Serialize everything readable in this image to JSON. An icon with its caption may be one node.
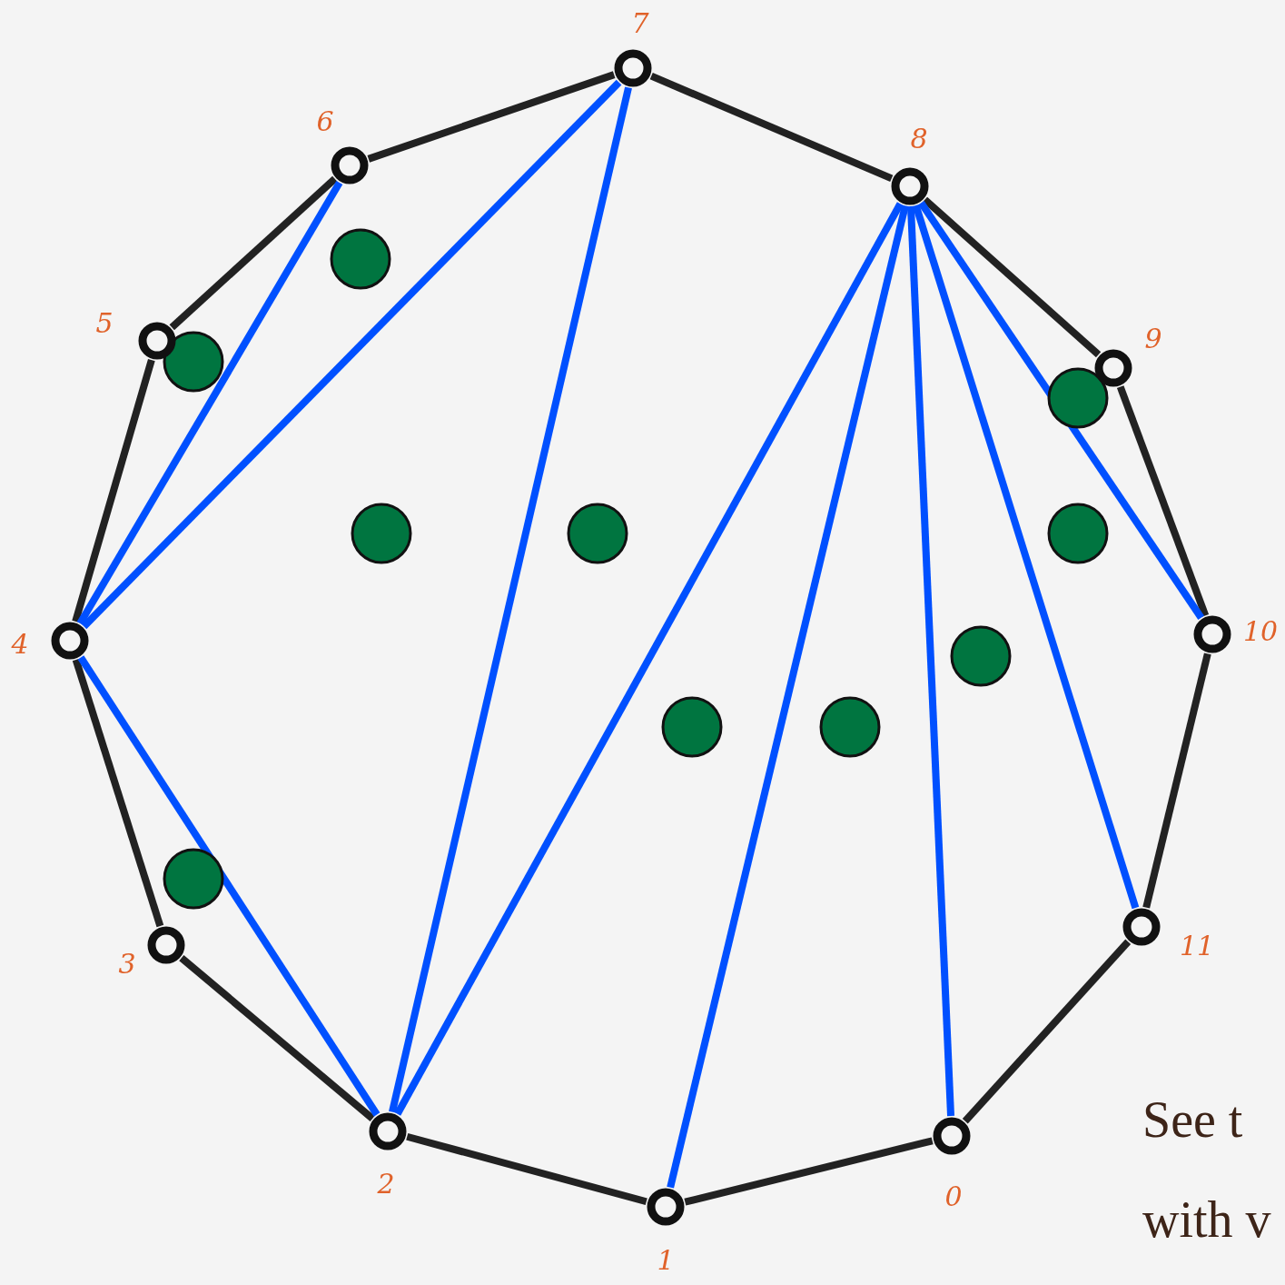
{
  "diagram": {
    "nodes": [
      {
        "text": [],
        "shape": "circle",
        "beside": [
          "0"
        ]
      },
      {
        "text": [],
        "shape": "circle",
        "beside": [
          "1"
        ]
      },
      {
        "text": [],
        "shape": "circle",
        "beside": [
          "2"
        ]
      },
      {
        "text": [],
        "shape": "circle",
        "beside": [
          "3"
        ]
      },
      {
        "text": [],
        "shape": "circle",
        "beside": [
          "4"
        ]
      },
      {
        "text": [],
        "shape": "circle",
        "beside": [
          "5"
        ]
      },
      {
        "text": [],
        "shape": "circle",
        "beside": [
          "6"
        ]
      },
      {
        "text": [],
        "shape": "circle",
        "beside": [
          "7"
        ]
      },
      {
        "text": [],
        "shape": "circle",
        "beside": [
          "8"
        ]
      },
      {
        "text": [],
        "shape": "circle",
        "beside": [
          "9"
        ]
      },
      {
        "text": [],
        "shape": "circle",
        "beside": [
          "10"
        ]
      },
      {
        "text": [],
        "shape": "circle",
        "beside": [
          "11"
        ]
      }
    ],
    "edges": [
      {
        "from": 0,
        "to": 1,
        "arrow": "none"
      },
      {
        "from": 1,
        "to": 2,
        "arrow": "none"
      },
      {
        "from": 2,
        "to": 3,
        "arrow": "none"
      },
      {
        "from": 3,
        "to": 4,
        "arrow": "none"
      },
      {
        "from": 4,
        "to": 5,
        "arrow": "none"
      },
      {
        "from": 5,
        "to": 6,
        "arrow": "none"
      },
      {
        "from": 6,
        "to": 7,
        "arrow": "none"
      },
      {
        "from": 7,
        "to": 8,
        "arrow": "none"
      },
      {
        "from": 8,
        "to": 9,
        "arrow": "none"
      },
      {
        "from": 9,
        "to": 10,
        "arrow": "none"
      },
      {
        "from": 10,
        "to": 11,
        "arrow": "none"
      },
      {
        "from": 11,
        "to": 0,
        "arrow": "none"
      },
      {
        "from": 6,
        "to": 4,
        "arrow": "none",
        "color": "#0050ff"
      },
      {
        "from": 7,
        "to": 4,
        "arrow": "none",
        "color": "#0050ff"
      },
      {
        "from": 7,
        "to": 2,
        "arrow": "none",
        "color": "#0050ff"
      },
      {
        "from": 4,
        "to": 2,
        "arrow": "none",
        "color": "#0050ff"
      },
      {
        "from": 8,
        "to": 2,
        "arrow": "none",
        "color": "#0050ff"
      },
      {
        "from": 8,
        "to": 1,
        "arrow": "none",
        "color": "#0050ff"
      },
      {
        "from": 8,
        "to": 0,
        "arrow": "none",
        "color": "#0050ff"
      },
      {
        "from": 8,
        "to": 11,
        "arrow": "none",
        "color": "#0050ff"
      },
      {
        "from": 8,
        "to": 10,
        "arrow": "none",
        "color": "#0050ff"
      }
    ],
    "labels": [
      "See t",
      "with v"
    ]
  }
}
